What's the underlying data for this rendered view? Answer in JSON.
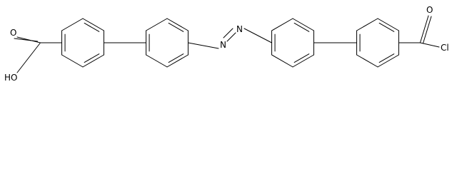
{
  "molecule": {
    "atom_labels": {
      "carboxylic_oxygen": "O",
      "hydroxyl": "HO",
      "azo_nitrogen_left": "N",
      "azo_nitrogen_right": "N",
      "acyl_oxygen": "O",
      "acyl_chlorine": "Cl"
    },
    "colors": {
      "bond": "#000000",
      "label": "#000000",
      "background": "#ffffff"
    }
  }
}
